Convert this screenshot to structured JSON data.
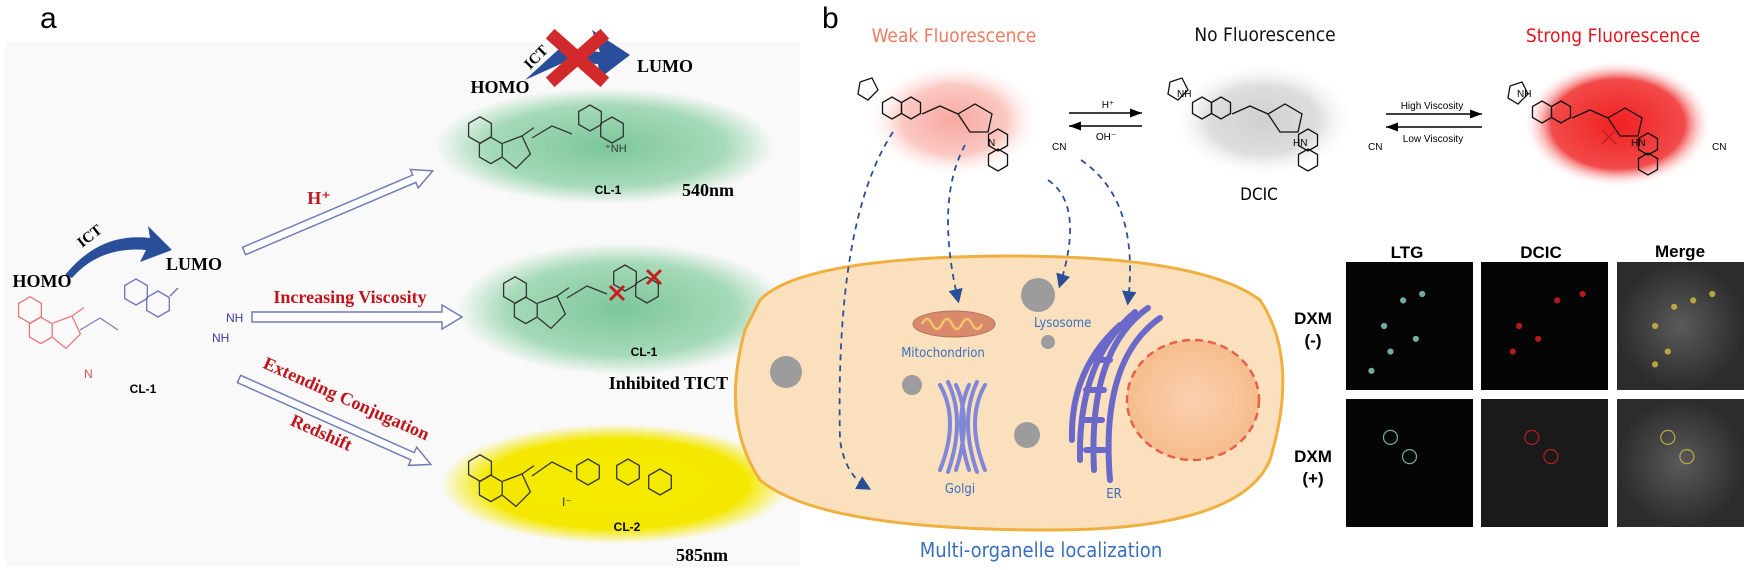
{
  "colors": {
    "ict_arrow": "#2a4f9a",
    "cross_red": "#d22a2a",
    "condition_text": "#c0141c",
    "green_glow": "#8fd0a6",
    "yellow_glow": "#f2e600",
    "weak_text": "#f07a60",
    "strong_text": "#e8141c",
    "organelle_blue": "#3a6fc0",
    "cell_fill": "#fbe0bd",
    "cell_stroke": "#f0b040"
  },
  "panel_a": {
    "label": "a",
    "top_scheme": {
      "homo": "HOMO",
      "ict": "ICT",
      "lumo": "LUMO"
    },
    "left_scheme": {
      "homo": "HOMO",
      "ict": "ICT",
      "lumo": "LUMO",
      "compound": "CL-1",
      "nh1": "NH",
      "nh2": "NH",
      "n": "N"
    },
    "acid": {
      "condition": "H⁺",
      "compound": "CL-1",
      "wavelength": "540nm",
      "nh": "⁺NH"
    },
    "viscosity": {
      "condition": "Increasing Viscosity",
      "compound": "CL-1",
      "result": "Inhibited TICT"
    },
    "conjugation": {
      "condition": "Extending Conjugation",
      "condition2": "Redshift",
      "compound": "CL-2",
      "wavelength": "585nm",
      "counterion": "I⁻"
    }
  },
  "panel_b": {
    "label": "b",
    "states": {
      "weak": "Weak Fluorescence",
      "none": "No Fluorescence",
      "strong": "Strong Fluorescence"
    },
    "probe_name": "DCIC",
    "groups": {
      "cn": "CN",
      "nh": "NH",
      "hn": "HN",
      "n": "N"
    },
    "equilibrium_1": {
      "forward": "H⁺",
      "reverse": "OH⁻"
    },
    "equilibrium_2": {
      "forward": "High Viscosity",
      "reverse": "Low Viscosity"
    },
    "organelles": {
      "mitochondrion": "Mitochondrion",
      "lysosome": "Lysosome",
      "golgi": "Golgi",
      "er": "ER"
    },
    "cell_caption": "Multi-organelle localization",
    "imaging": {
      "columns": [
        "LTG",
        "DCIC",
        "Merge"
      ],
      "rows": [
        {
          "label_line1": "DXM",
          "label_line2": "(-)"
        },
        {
          "label_line1": "DXM",
          "label_line2": "(+)"
        }
      ]
    }
  }
}
